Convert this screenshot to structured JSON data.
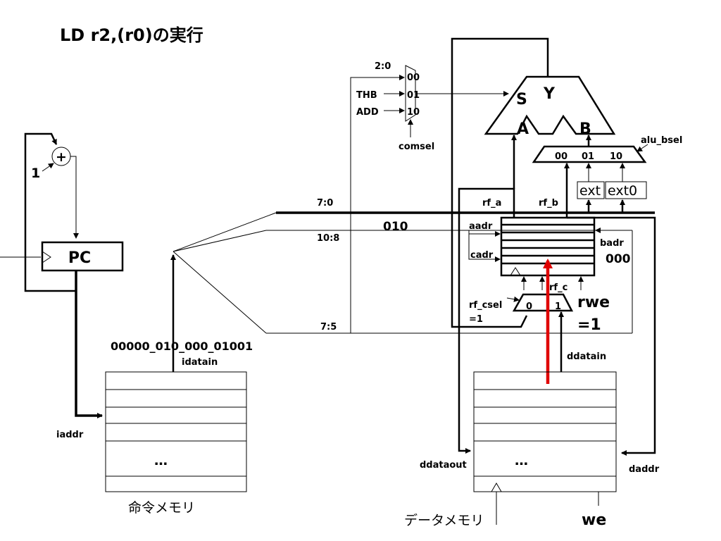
{
  "title": "LD r2,(r0)の実行",
  "pc": {
    "label": "PC",
    "increment": "1",
    "adder_symbol": "+"
  },
  "imem": {
    "caption": "命令メモリ",
    "dots": "…",
    "addr_label": "iaddr",
    "data_label": "idatain",
    "instruction_bits": "00000_010_000_01001"
  },
  "decode": {
    "field_7_0": "7:0",
    "field_10_8": "10:8",
    "field_7_5": "7:5",
    "field_2_0": "2:0"
  },
  "alu": {
    "s_label": "S",
    "y_label": "Y",
    "a_label": "A",
    "b_label": "B",
    "mux_inputs": [
      "00",
      "01",
      "10"
    ],
    "thb_label": "THB",
    "add_label": "ADD",
    "comsel_label": "comsel",
    "bsel_label": "alu_bsel",
    "bmux_inputs": [
      "00",
      "01",
      "10"
    ],
    "ext_label": "ext",
    "ext0_label": "ext0"
  },
  "regfile": {
    "aadr": "aadr",
    "aadr_value": "010",
    "cadr": "cadr",
    "badr": "badr",
    "badr_value": "000",
    "rf_a": "rf_a",
    "rf_b": "rf_b",
    "rf_c": "rf_c",
    "rf_csel": "rf_csel",
    "rf_csel_value": "=1",
    "cmux_inputs": [
      "0",
      "1"
    ],
    "rwe": "rwe",
    "rwe_value": "=1"
  },
  "dmem": {
    "caption": "データメモリ",
    "dots": "…",
    "ddatain": "ddatain",
    "ddataout": "ddataout",
    "daddr": "daddr",
    "we": "we"
  },
  "colors": {
    "highlight": "#e00000",
    "line": "#000000"
  }
}
